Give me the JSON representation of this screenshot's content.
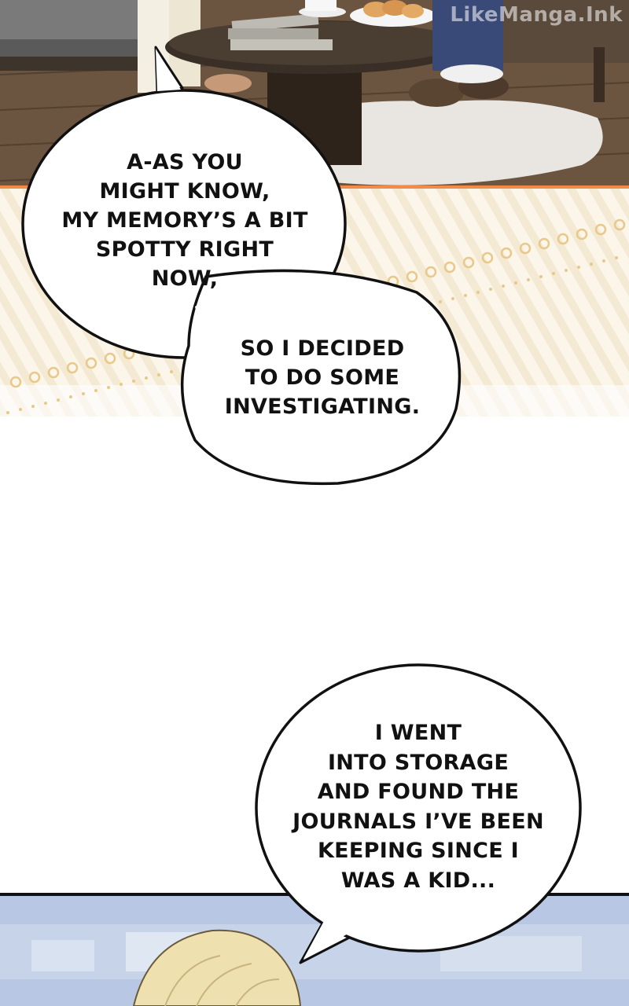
{
  "watermark": "LikeManga.Ink",
  "bubbles": {
    "memory": "A-AS YOU\nMIGHT KNOW,\nMY MEMORY’S A BIT\nSPOTTY RIGHT\nNOW,",
    "investigate": "SO I DECIDED\nTO DO SOME\nINVESTIGATING.",
    "journals": "I WENT\nINTO STORAGE\nAND FOUND THE\nJOURNALS I’VE BEEN\nKEEPING SINCE I\nWAS A KID..."
  },
  "colors": {
    "accent_line": "#f28b4a",
    "pattern_bg": "#fbf5ea",
    "pattern_stripe": "#f3e7cf",
    "dots": "#e8c98a",
    "floor": "#5b4634",
    "sky": "#b8c8e4"
  }
}
